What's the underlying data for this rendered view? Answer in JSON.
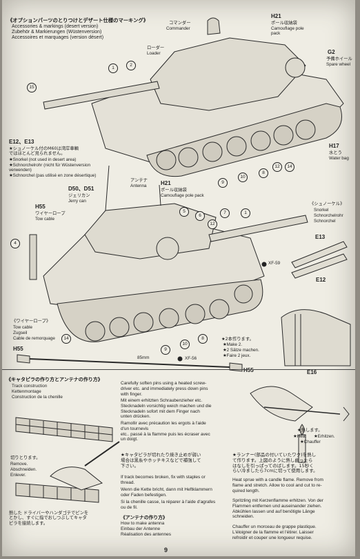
{
  "header": {
    "title_jp": "《オプションパーツのとりつけとデザート仕様のマーキング》",
    "title_en": "Accessories & markings (desert version)",
    "title_de": "Zubehör & Markierungen (Wüstenversion)",
    "title_fr": "Accessoires et marquages (version désert)"
  },
  "top_callouts": {
    "commander_jp": "コマンダー",
    "commander": "Commander",
    "loader_jp": "ローダー",
    "loader": "Loader",
    "h21": "H21",
    "h21_jp": "ポール収納袋",
    "h21_en": "Camouflage pole pack",
    "g2": "G2",
    "g2_jp": "予備ホイール",
    "g2_en": "Spare wheel",
    "h17": "H17",
    "h17_jp": "水とう",
    "h17_en": "Water bag"
  },
  "snorkel_note": {
    "parts": "E12、E13",
    "jp": "★シュノーケル付のM60は湾岸車輌\nではほとんど見られません。",
    "en": "★Snorkel (not used in desert area)",
    "de": "★Schnorchelrohr (nicht für Wüstenversion\nverwenden)",
    "fr": "★Schnorchel (pas utilisé en zone désertique)"
  },
  "lower_callouts": {
    "d50": "D50、D51",
    "d50_jp": "ジェリカン",
    "d50_en": "Jerry can",
    "antenna_jp": "アンテナ",
    "antenna_en": "Antenna",
    "h21": "H21",
    "h21_jp": "ポール収納袋",
    "h21_en": "Camouflage pole pack",
    "h55": "H55",
    "h55_jp": "ワイヤーロープ",
    "h55_en": "Tow cable",
    "xf59": "XF-59",
    "xf56": "XF-56"
  },
  "snorkel_box": {
    "jp": "《シュノーケル》",
    "en": "Snorkel",
    "de": "Schnorchelrohr",
    "fr": "Schnorchel",
    "e13": "E13",
    "e12": "E12",
    "e16": "E16"
  },
  "tow_box": {
    "jp": "《ワイヤーロープ》",
    "en": "Tow cable",
    "de": "Zugseil",
    "fr": "Cable de remorquage",
    "h55_left": "H55",
    "h55_right": "H55",
    "length": "85mm",
    "make_jp": "★2本作ります。",
    "make_en": "★Make 2.",
    "make_de": "★2 Sätze machen.",
    "make_fr": "★Faire 2 jeux."
  },
  "part_numbers": [
    "15",
    "1",
    "2",
    "12",
    "14",
    "9",
    "10",
    "8",
    "4",
    "5",
    "6",
    "7",
    "12",
    "1",
    "9",
    "10",
    "14",
    "8"
  ],
  "track": {
    "title_jp": "《キャタピラの作り方とアンテナの作り方》",
    "construction_en": "Track construction",
    "construction_de": "Kettenmontage",
    "construction_fr": "Construction de la chenille",
    "cut_jp": "切りとります。",
    "cut_en": "Remove.",
    "cut_de": "Abschneiden.",
    "cut_fr": "Enlever.",
    "heat_jp": "熱した ドライバーやハンダゴテでピンを\nとかし、すぐに指でおしつぶしてキャタ\nピラを接続します。",
    "instr_en": "Carefully soften pins using a heated screw-\ndriver etc. and immediately press down pins\nwith finger.",
    "instr_de": "Mit einem erhitzten Schraubenzieher etc.\nStecknadeln vorsichtig weich machen und die\nStecknadeln sofort mit dem Finger nach\nunten drücken.",
    "instr_fr": "Ramollir avec précaution les ergots à l'aide\nd'un tournevis\netc.. passé à la flamme puis les écraser avec\nun doigt.",
    "broken_jp": "★キャタピラが切れたり焼き止めが弱い\n場合は黒糸やホッチキスなどで補強して\n下さい。",
    "broken_en": "If track becomes broken, fix with staples or\nthread.",
    "broken_de": "Wenn die Kette bricht, dann mit Heftklammern\noder Faden befestigen.",
    "broken_fr": "Si la chenille casse, la réparer à l'aide d'agrafes\nou de fil."
  },
  "antenna": {
    "title_jp": "《アンテナの作り方》",
    "en": "How to make antenna",
    "de": "Einbau der Antenne",
    "fr": "Réalisation des antennes",
    "runner_jp": "★ランナー(部品の付いていたワク)を熱し\nて作ります。上図のように熱し曲ったら\nはなしを引っぱってのばします。15秒く\nらい冷ましたら7cmに切って使用します。",
    "heat_label_jp": "★熱します。",
    "heat_label_en": "★Heat",
    "heat_label_de": "★Erhitzen.",
    "heat_label_fr": "★Chauffer",
    "en_text": "Heat sprue with a candle flame. Remove from\nflame and stretch. Allow to cool and cut to re-\nquired length.",
    "de_text": "Spritzling mit Kerzenflamme erhitzen. Von der\nFlammen entfernen und auseinander ziehen.\nAbkühlen lassen und auf benötigte Länge\nschneiden.",
    "fr_text": "Chauffer un morceau de grappe plastique.\nL'éloigner de la flamme et l'étirer. Laisser\nrefroidir et couper une longueur requise."
  },
  "page_number": "9",
  "colors": {
    "paper": "#efede4",
    "ink": "#222222",
    "background": "#8f8b83"
  }
}
